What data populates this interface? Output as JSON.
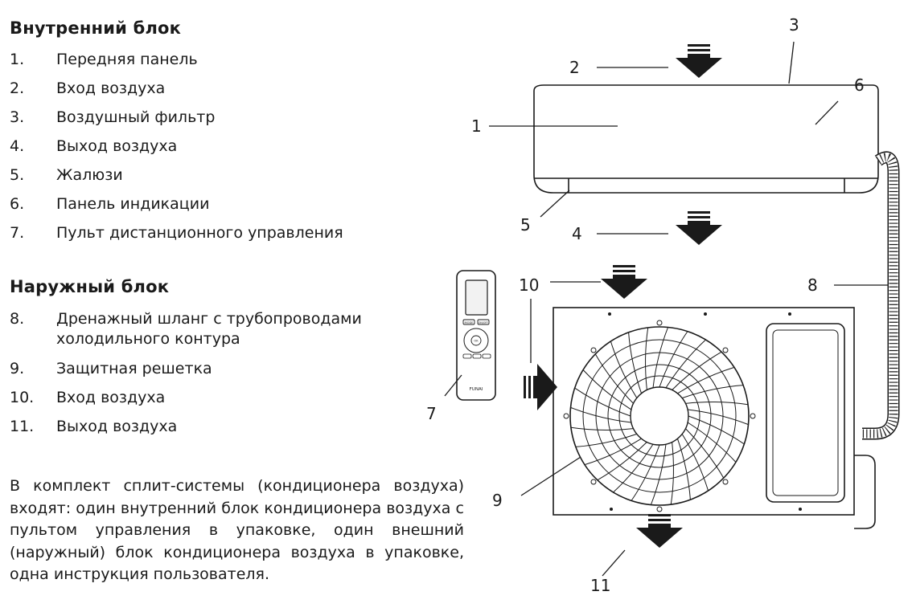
{
  "indoor": {
    "heading": "Внутренний блок",
    "items": [
      {
        "num": "1.",
        "label": "Передняя панель"
      },
      {
        "num": "2.",
        "label": "Вход воздуха"
      },
      {
        "num": "3.",
        "label": "Воздушный фильтр"
      },
      {
        "num": "4.",
        "label": "Выход воздуха"
      },
      {
        "num": "5.",
        "label": "Жалюзи"
      },
      {
        "num": "6.",
        "label": "Панель индикации"
      },
      {
        "num": "7.",
        "label": "Пульт дистанционного управления"
      }
    ]
  },
  "outdoor": {
    "heading": "Наружный блок",
    "items": [
      {
        "num": "8.",
        "label_line1": "Дренажный шланг с трубопроводами",
        "label_line2": "холодильного контура"
      },
      {
        "num": "9.",
        "label": "Защитная решетка"
      },
      {
        "num": "10.",
        "label": "Вход воздуха"
      },
      {
        "num": "11.",
        "label": "Выход воздуха"
      }
    ]
  },
  "note": "В комплект сплит-системы (кондиционера воздуха) входят: один внутренний блок кондиционера воздуха с пультом управления в упаковке, один внешний (наружный) блок кондиционера воздуха в упаковке, одна инструкция пользователя.",
  "diagram": {
    "callouts": [
      "1",
      "2",
      "3",
      "4",
      "5",
      "6",
      "7",
      "8",
      "9",
      "10",
      "11"
    ],
    "remote": {
      "button_left": "MODE",
      "button_right": "ON/OFF",
      "center_button": "OK",
      "brand": "FUNAI"
    }
  },
  "colors": {
    "ink": "#1a1a1a",
    "background": "#ffffff",
    "grey_fill": "#ececec"
  }
}
